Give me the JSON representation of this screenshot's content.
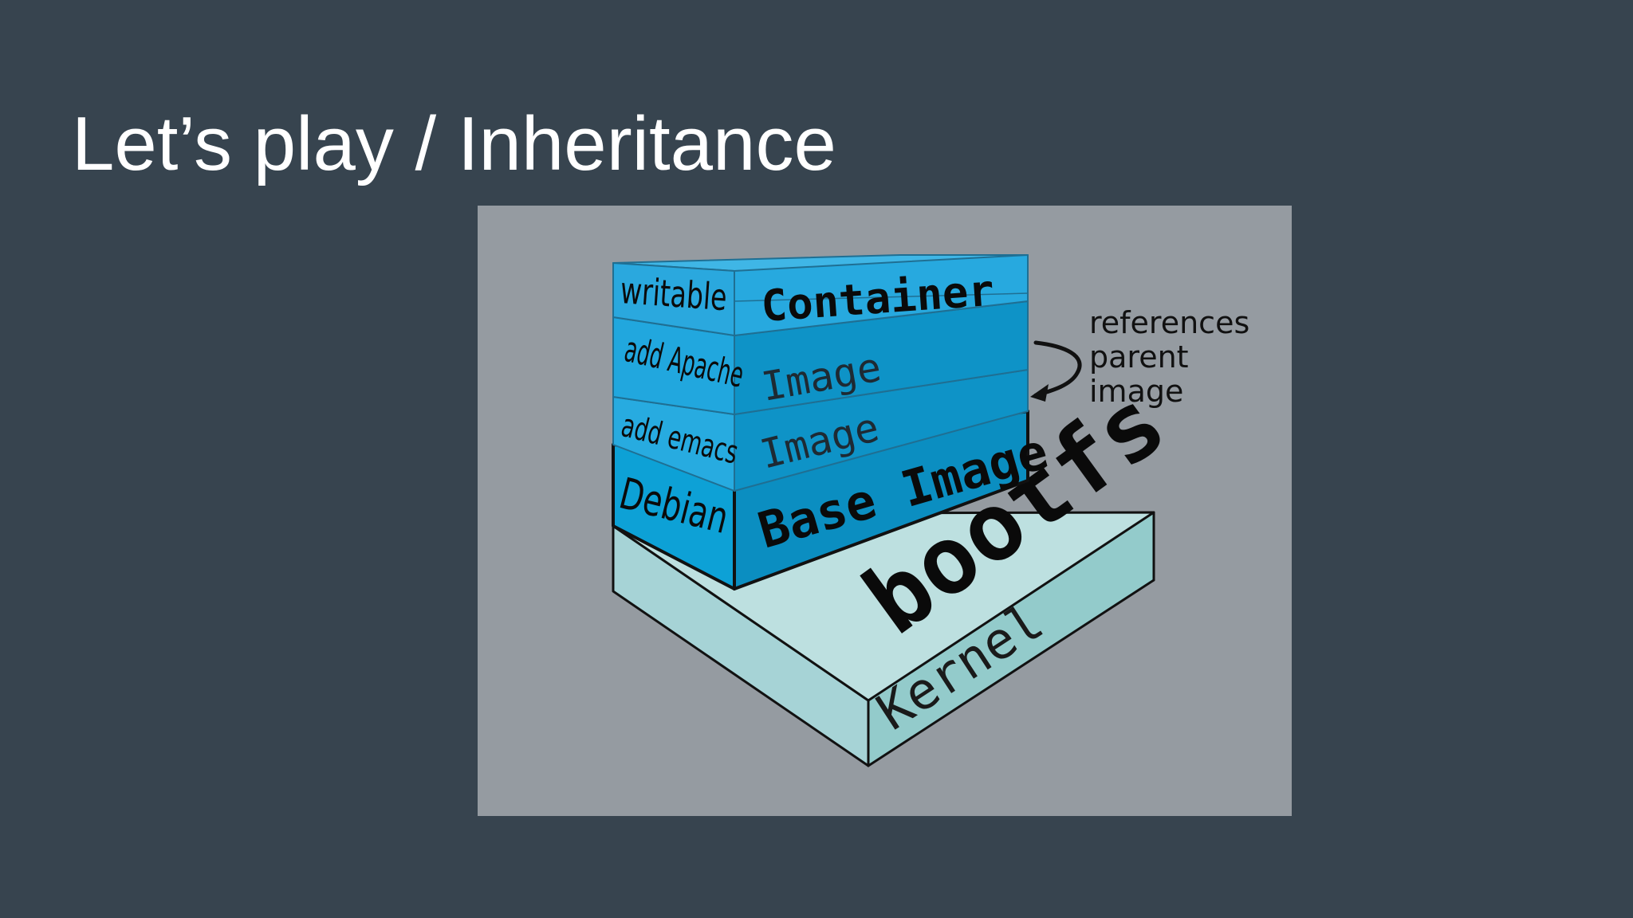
{
  "slide": {
    "title": "Let’s play / Inheritance",
    "background_color": "#37444f",
    "title_color": "#ffffff"
  },
  "diagram": {
    "panel_color": "#959ba1",
    "layers": [
      {
        "id": "container",
        "left_label": "writable",
        "right_label": "Container",
        "color": "#2aa8de"
      },
      {
        "id": "apache",
        "left_label": "add Apache",
        "right_label": "Image",
        "color": "#0d93c8"
      },
      {
        "id": "emacs",
        "left_label": "add emacs",
        "right_label": "Image",
        "color": "#0d93c8"
      },
      {
        "id": "base",
        "left_label": "Debian",
        "right_label": "Base Image",
        "color": "#0a8fc2"
      },
      {
        "id": "bootfs",
        "top_label": "bootfs",
        "front_label": "Kernel",
        "color": "#b3dadb"
      }
    ],
    "annotation": {
      "line1": "references",
      "line2": "parent",
      "line3": "image"
    }
  }
}
